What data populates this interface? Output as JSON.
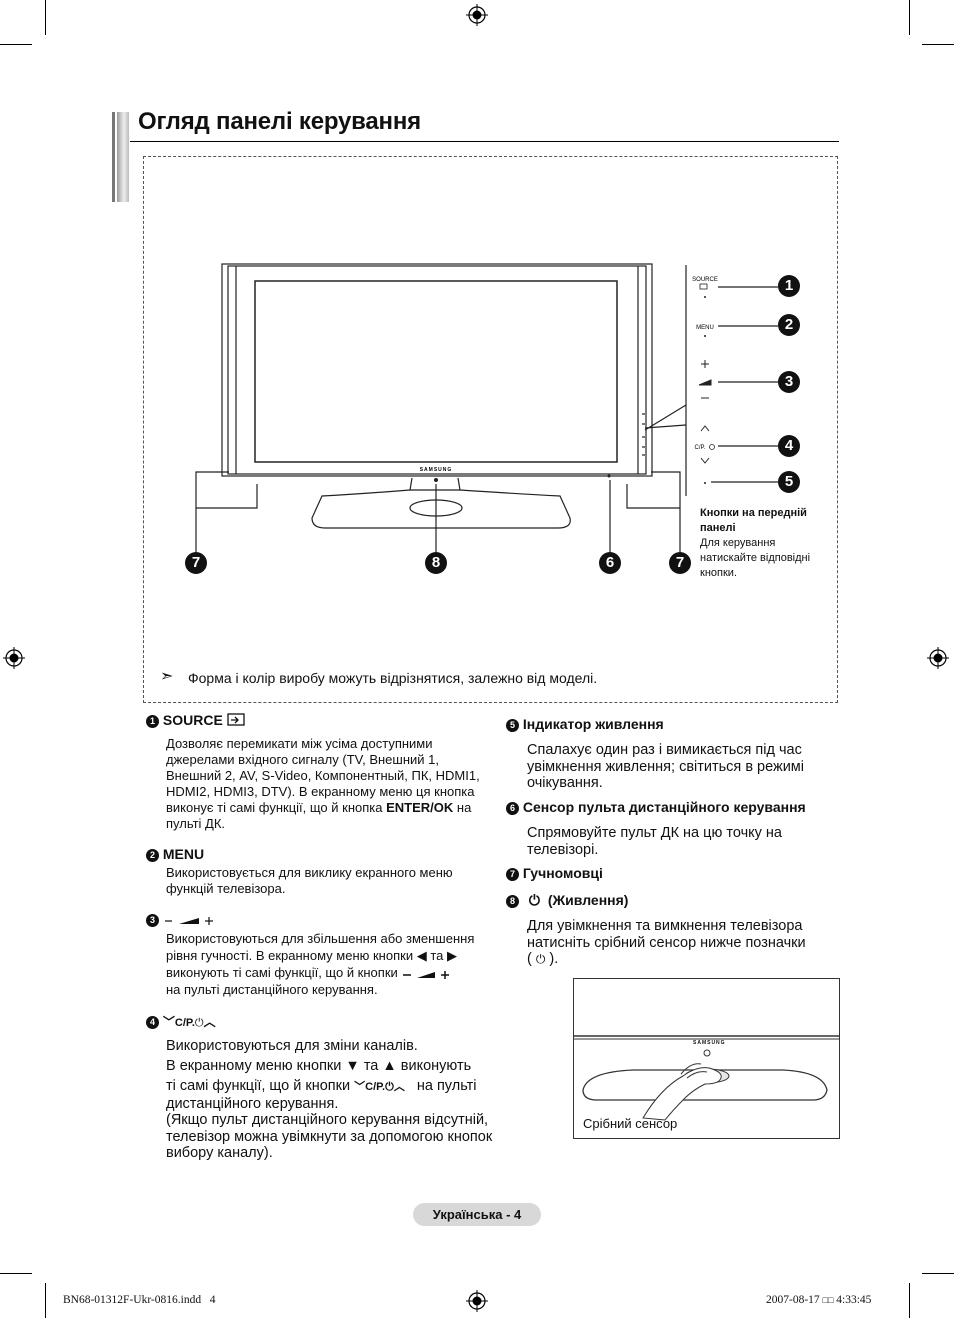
{
  "title": "Огляд панелі керування",
  "panel": {
    "labels": {
      "source": "SOURCE",
      "menu": "MENU",
      "cp": "C/P.",
      "brand": "SAMSUNG"
    },
    "note_title": "Кнопки на передній панелі",
    "note_body": "Для керування натискайте відповідні кнопки."
  },
  "callouts": [
    "1",
    "2",
    "3",
    "4",
    "5",
    "6",
    "7",
    "8"
  ],
  "note": "Форма і колір виробу можуть відрізнятися, залежно від моделі.",
  "items": {
    "i1": {
      "n": "1",
      "title": "SOURCE",
      "text": "Дозволяє перемикати між усіма доступними джерелами вхідного сигналу (TV, Внешний 1, Внешний 2, AV, S-Video, Компонентный, ПК, HDMI1, HDMI2, HDMI3, DTV). В екранному меню ця кнопка виконує ті самі функції, що й кнопка",
      "bold": "ENTER/OK",
      "tail": "на пульті ДК."
    },
    "i2": {
      "n": "2",
      "title": "MENU",
      "text": "Використовується для виклику екранного меню функцій телевізора."
    },
    "i3": {
      "n": "3",
      "text_a": "Використовуються для збільшення або зменшення рівня гучності. В екранному меню кнопки",
      "ta": "та",
      "text_b": "виконують ті самі функції, що й кнопки",
      "text_c": "на пульті дистанційного керування."
    },
    "i4": {
      "n": "4",
      "cp": "C/P.",
      "l1": "Використовуються для зміни каналів.",
      "l2a": "В екранному меню кнопки",
      "ta": "та",
      "l2b": "виконують",
      "l3a": "ті самі функції, що й кнопки",
      "l3b": "на пульті",
      "l4": "дистанційного керування.",
      "l5": "(Якщо пульт дистанційного керування відсутній, телевізор можна увімкнути за допомогою кнопок вибору каналу)."
    },
    "i5": {
      "n": "5",
      "title": "Індикатор живлення",
      "text": "Спалахує один раз і вимикається під час увімкнення живлення; світиться в режимі очікування."
    },
    "i6": {
      "n": "6",
      "title": "Сенсор пульта дистанційного керування",
      "text": "Спрямовуйте пульт ДК на цю точку на телевізорі."
    },
    "i7": {
      "n": "7",
      "title": "Гучномовці"
    },
    "i8": {
      "n": "8",
      "title": "(Живлення)",
      "text_a": "Для увімкнення та вимкнення телевізора натисніть срібний сенсор нижче позначки",
      "paren_l": "(",
      "paren_r": ")."
    }
  },
  "inset": {
    "brand": "SAMSUNG",
    "caption": "Срібний сенсор"
  },
  "footer": {
    "page": "Українська - 4",
    "file": "BN68-01312F-Ukr-0816.indd   4",
    "date": "2007-08-17",
    "date_glyphs": "□□",
    "time": "4:33:45"
  }
}
